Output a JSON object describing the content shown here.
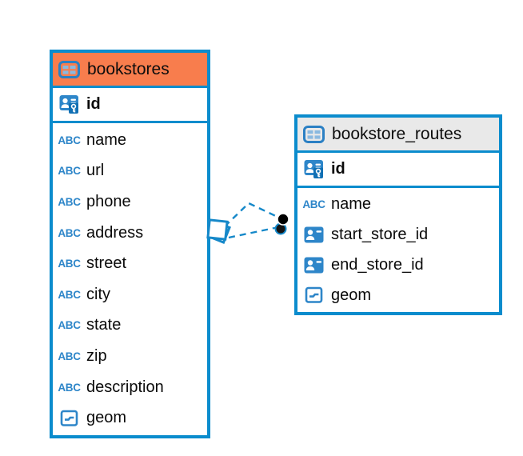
{
  "diagram": {
    "background": "#ffffff",
    "table_border_color": "#0b8ccd",
    "icon_blue": "#2e86c9",
    "connector_blue": "#1588c9",
    "selected_header_color": "#f87d4d",
    "default_header_color": "#e9e9e9"
  },
  "icons": {
    "text_glyph": "ABC"
  },
  "tables": [
    {
      "name": "bookstores",
      "header_bg": "#f87d4d",
      "icon": "table-icon",
      "primary_keys": [
        {
          "label": "id",
          "icon": "primary-key-icon"
        }
      ],
      "columns": [
        {
          "label": "name",
          "icon": "text-icon"
        },
        {
          "label": "url",
          "icon": "text-icon"
        },
        {
          "label": "phone",
          "icon": "text-icon"
        },
        {
          "label": "address",
          "icon": "text-icon"
        },
        {
          "label": "street",
          "icon": "text-icon"
        },
        {
          "label": "city",
          "icon": "text-icon"
        },
        {
          "label": "state",
          "icon": "text-icon"
        },
        {
          "label": "zip",
          "icon": "text-icon"
        },
        {
          "label": "description",
          "icon": "text-icon"
        },
        {
          "label": "geom",
          "icon": "geometry-icon"
        }
      ]
    },
    {
      "name": "bookstore_routes",
      "header_bg": "#e9e9e9",
      "icon": "table-icon",
      "primary_keys": [
        {
          "label": "id",
          "icon": "primary-key-icon"
        }
      ],
      "columns": [
        {
          "label": "name",
          "icon": "text-icon"
        },
        {
          "label": "start_store_id",
          "icon": "id-card-icon"
        },
        {
          "label": "end_store_id",
          "icon": "id-card-icon"
        },
        {
          "label": "geom",
          "icon": "geometry-icon"
        }
      ]
    }
  ],
  "connections": [
    {
      "from": "bookstores",
      "to": "bookstore_routes",
      "style": "dashed",
      "from_marker": "square",
      "to_marker": "dot"
    },
    {
      "from": "bookstores",
      "to": "bookstore_routes",
      "style": "dashed",
      "from_marker": "square",
      "to_marker": "dot"
    }
  ]
}
